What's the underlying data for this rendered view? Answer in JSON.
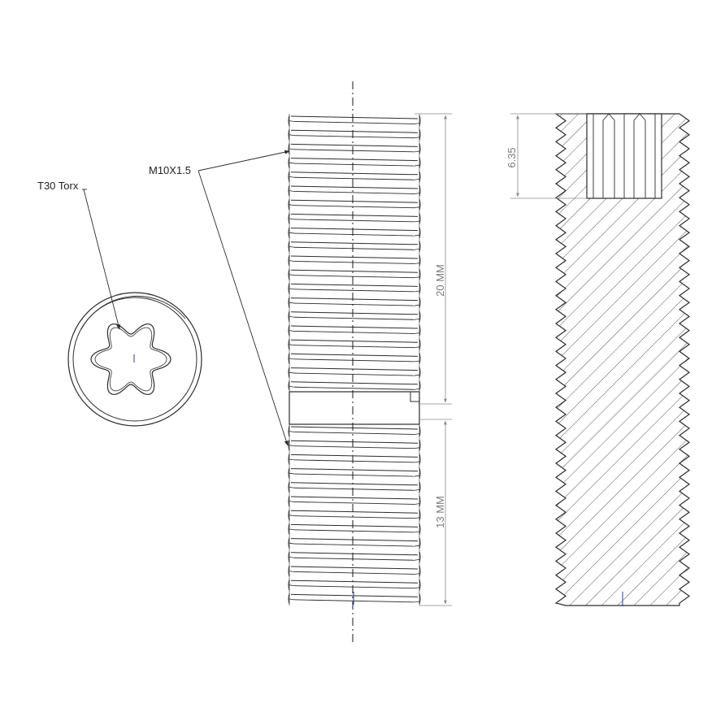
{
  "labels": {
    "torx": "T30 Torx",
    "thread": "M10X1.5"
  },
  "dimensions": {
    "upper_length": "20 MM",
    "lower_length": "13 MM",
    "socket_depth": "6.35"
  },
  "colors": {
    "line": "#2b2b2b",
    "dim_line": "#8a8a8a",
    "center_line": "#1a1a1a",
    "axis_mark": "#2a3bb0",
    "background": "#ffffff"
  },
  "icons": {
    "torx_socket": "hexalobular-star-icon"
  }
}
